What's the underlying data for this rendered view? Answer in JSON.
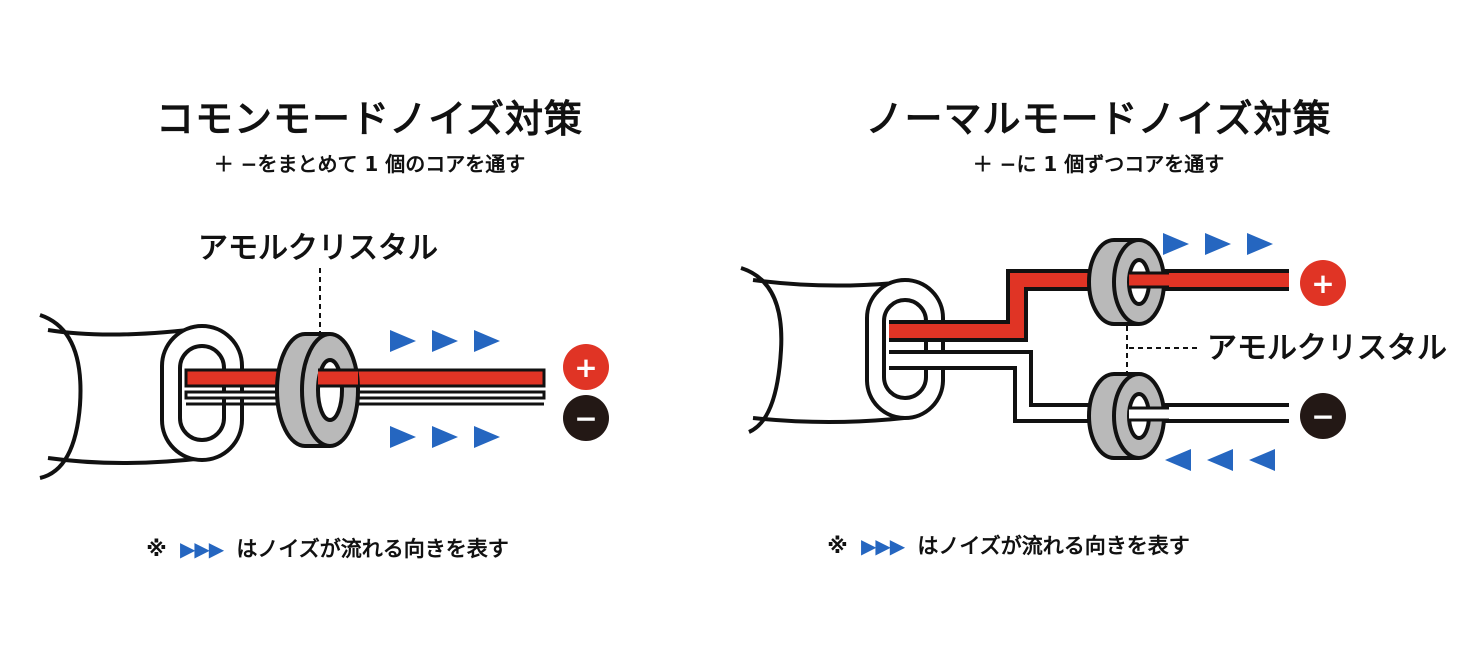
{
  "left": {
    "title": "コモンモードノイズ対策",
    "subtitle": "＋ −をまとめて 1 個のコアを通す",
    "core_label": "アモルクリスタル",
    "note_prefix": "※",
    "note_arrows": "▶▶▶",
    "note_text": "はノイズが流れる向きを表す"
  },
  "right": {
    "title": "ノーマルモードノイズ対策",
    "subtitle": "＋ −に 1 個ずつコアを通す",
    "core_label": "アモルクリスタル",
    "note_prefix": "※",
    "note_arrows": "▶▶▶",
    "note_text": "はノイズが流れる向きを表す"
  },
  "symbols": {
    "plus": "+",
    "minus": "−"
  },
  "colors": {
    "positive_wire": "#e03425",
    "negative_terminal": "#231815",
    "noise_arrow": "#2566c0",
    "core": "#b9b9b9",
    "outline": "#111111"
  },
  "icons": [
    "plus-terminal-icon",
    "minus-terminal-icon",
    "ferrite-core-icon",
    "noise-arrow-icon"
  ]
}
